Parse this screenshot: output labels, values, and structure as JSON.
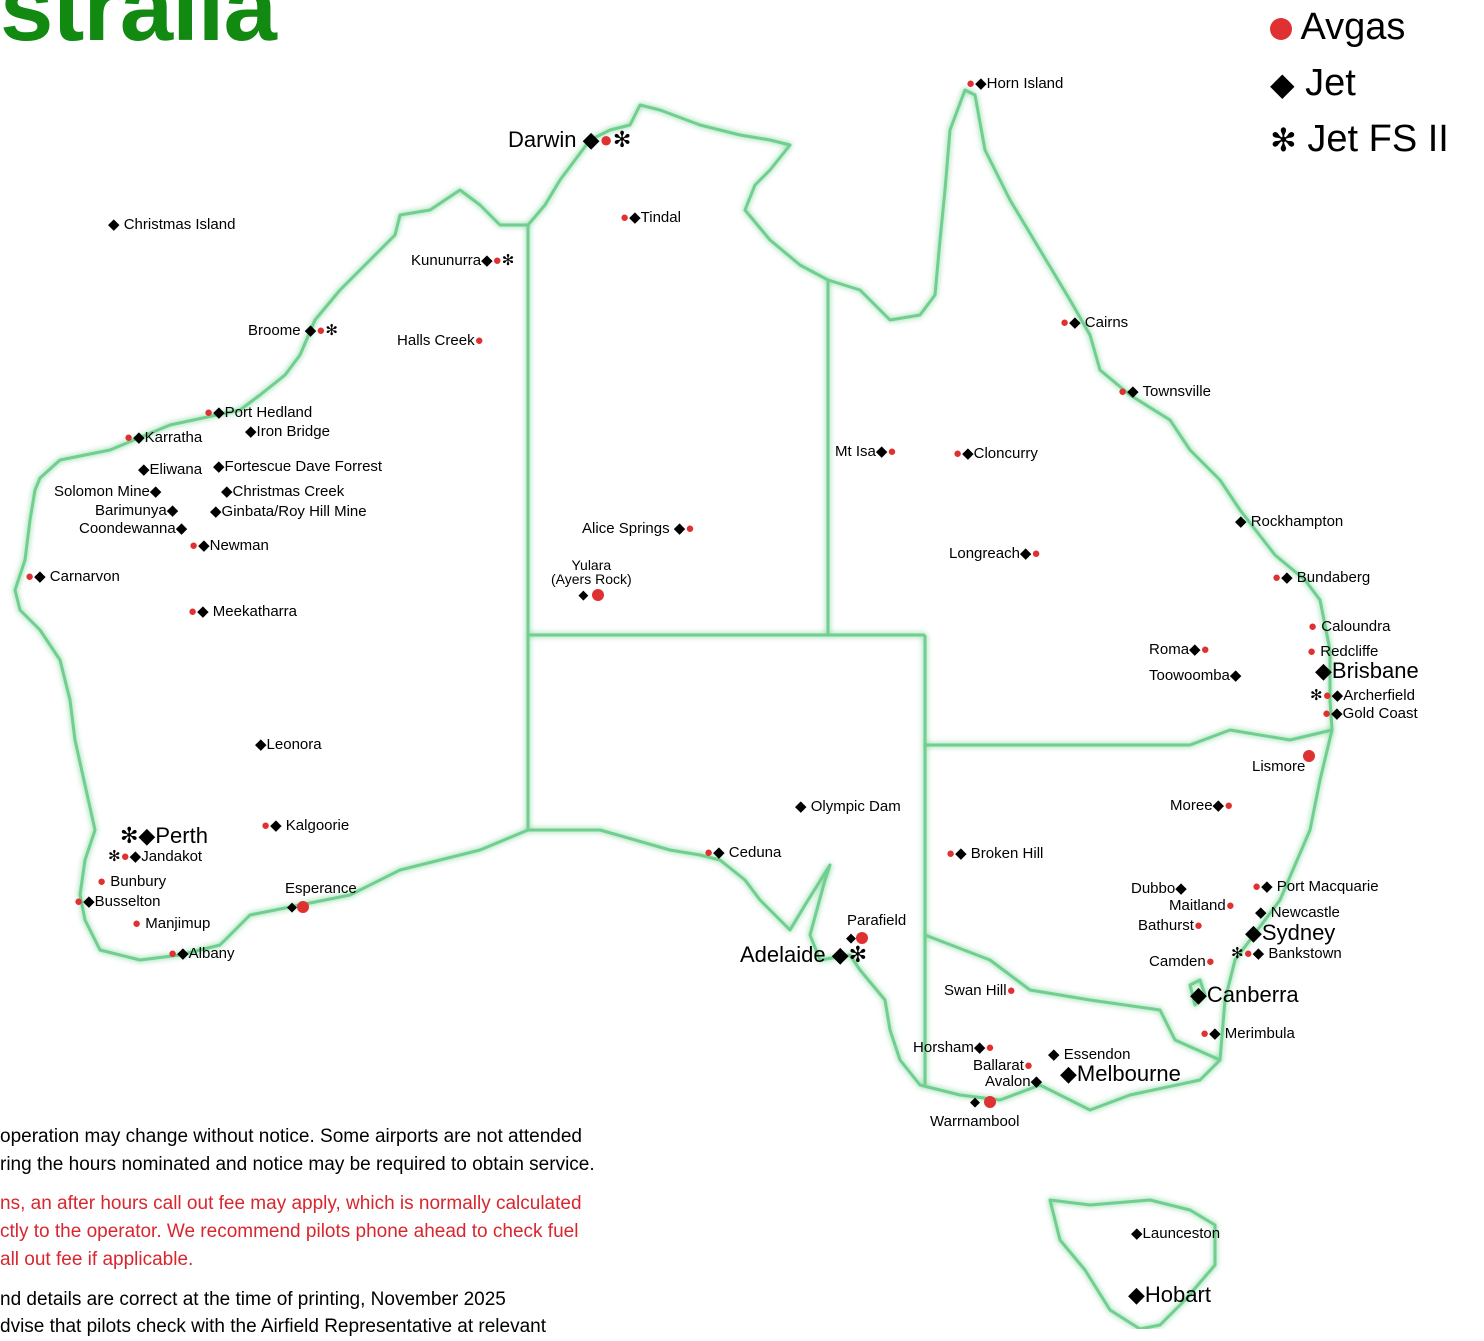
{
  "title": "stralia",
  "legend": {
    "avgas": "Avgas",
    "jet": "Jet",
    "jetfs": "Jet FS II",
    "avgas_color": "#e03132",
    "jet_symbol": "◆",
    "jetfs_symbol": "✻"
  },
  "border_color": "#6fcf8f",
  "locations": [
    {
      "name": "Horn Island",
      "label": "●◆Horn Island"
    },
    {
      "name": "Darwin",
      "label": "Darwin ◆●✻"
    },
    {
      "name": "Tindal",
      "label": "●◆Tindal"
    },
    {
      "name": "Christmas Island",
      "label": "◆ Christmas Island"
    },
    {
      "name": "Kununurra",
      "label": "Kununurra◆●✻"
    },
    {
      "name": "Broome",
      "label": "Broome ◆●✻"
    },
    {
      "name": "Halls Creek",
      "label": "Halls Creek●"
    },
    {
      "name": "Port Hedland",
      "label": "●◆Port Hedland"
    },
    {
      "name": "Iron Bridge",
      "label": "◆Iron Bridge"
    },
    {
      "name": "Karratha",
      "label": "●◆Karratha"
    },
    {
      "name": "Eliwana",
      "label": "◆Eliwana"
    },
    {
      "name": "Fortescue Dave Forrest",
      "label": "◆Fortescue Dave Forrest"
    },
    {
      "name": "Solomon Mine",
      "label": "Solomon Mine◆"
    },
    {
      "name": "Christmas Creek",
      "label": "◆Christmas Creek"
    },
    {
      "name": "Barimunya",
      "label": "Barimunya◆"
    },
    {
      "name": "Ginbata/Roy Hill Mine",
      "label": "◆Ginbata/Roy Hill Mine"
    },
    {
      "name": "Coondewanna",
      "label": "Coondewanna◆"
    },
    {
      "name": "Newman",
      "label": "●◆Newman"
    },
    {
      "name": "Carnarvon",
      "label": "●◆ Carnarvon"
    },
    {
      "name": "Meekatharra",
      "label": "●◆ Meekatharra"
    },
    {
      "name": "Leonora",
      "label": "◆Leonora"
    },
    {
      "name": "Perth",
      "label": "✻◆Perth"
    },
    {
      "name": "Jandakot",
      "label": "✻●◆Jandakot"
    },
    {
      "name": "Kalgoorie",
      "label": "●◆ Kalgoorie"
    },
    {
      "name": "Bunbury",
      "label": "● Bunbury"
    },
    {
      "name": "Busselton",
      "label": "●◆Busselton"
    },
    {
      "name": "Esperance",
      "label": "Esperance"
    },
    {
      "name": "Manjimup",
      "label": "● Manjimup"
    },
    {
      "name": "Albany",
      "label": "●◆Albany"
    },
    {
      "name": "Cairns",
      "label": "●◆ Cairns"
    },
    {
      "name": "Townsville",
      "label": "●◆ Townsville"
    },
    {
      "name": "Mt Isa",
      "label": "Mt Isa◆●"
    },
    {
      "name": "Cloncurry",
      "label": "●◆Cloncurry"
    },
    {
      "name": "Alice Springs",
      "label": "Alice Springs ◆●"
    },
    {
      "name": "Yulara",
      "label": "Yulara\n(Ayers Rock)"
    },
    {
      "name": "Longreach",
      "label": "Longreach◆●"
    },
    {
      "name": "Rockhampton",
      "label": "◆ Rockhampton"
    },
    {
      "name": "Bundaberg",
      "label": "●◆ Bundaberg"
    },
    {
      "name": "Caloundra",
      "label": "● Caloundra"
    },
    {
      "name": "Redcliffe",
      "label": "● Redcliffe"
    },
    {
      "name": "Roma",
      "label": "Roma◆●"
    },
    {
      "name": "Brisbane",
      "label": "◆Brisbane"
    },
    {
      "name": "Toowoomba",
      "label": "Toowoomba◆"
    },
    {
      "name": "Archerfield",
      "label": "✻●◆Archerfield"
    },
    {
      "name": "Gold Coast",
      "label": "●◆Gold Coast"
    },
    {
      "name": "Lismore",
      "label": "Lismore"
    },
    {
      "name": "Olympic Dam",
      "label": "◆ Olympic Dam"
    },
    {
      "name": "Moree",
      "label": "Moree◆●"
    },
    {
      "name": "Ceduna",
      "label": "●◆ Ceduna"
    },
    {
      "name": "Broken Hill",
      "label": "●◆ Broken Hill"
    },
    {
      "name": "Port Macquarie",
      "label": "●◆ Port Macquarie"
    },
    {
      "name": "Dubbo",
      "label": "Dubbo◆"
    },
    {
      "name": "Maitland",
      "label": "Maitland●"
    },
    {
      "name": "Newcastle",
      "label": "◆ Newcastle"
    },
    {
      "name": "Parafield",
      "label": "Parafield"
    },
    {
      "name": "Bathurst",
      "label": "Bathurst●"
    },
    {
      "name": "Sydney",
      "label": "◆Sydney"
    },
    {
      "name": "Adelaide",
      "label": "Adelaide ◆✻"
    },
    {
      "name": "Bankstown",
      "label": "✻●◆ Bankstown"
    },
    {
      "name": "Camden",
      "label": "Camden●"
    },
    {
      "name": "Swan Hill",
      "label": "Swan Hill●"
    },
    {
      "name": "Canberra",
      "label": "◆Canberra"
    },
    {
      "name": "Merimbula",
      "label": "●◆ Merimbula"
    },
    {
      "name": "Horsham",
      "label": "Horsham◆●"
    },
    {
      "name": "Essendon",
      "label": "◆ Essendon"
    },
    {
      "name": "Ballarat",
      "label": "Ballarat●"
    },
    {
      "name": "Melbourne",
      "label": "◆Melbourne"
    },
    {
      "name": "Avalon",
      "label": "Avalon◆"
    },
    {
      "name": "Warrnambool",
      "label": "Warrnambool"
    },
    {
      "name": "Launceston",
      "label": "◆Launceston"
    },
    {
      "name": "Hobart",
      "label": "◆Hobart"
    }
  ],
  "notes": [
    "operation may change without notice. Some airports are not attended",
    "ring the hours nominated and notice may be required to obtain service.",
    "ns, an after hours call out fee may apply, which is normally calculated",
    "ctly to the operator. We recommend pilots phone ahead to check fuel",
    "all out fee if applicable.",
    "nd details are correct at the time of printing, November 2025",
    "dvise that pilots check with the Airfield Representative at relevant"
  ]
}
